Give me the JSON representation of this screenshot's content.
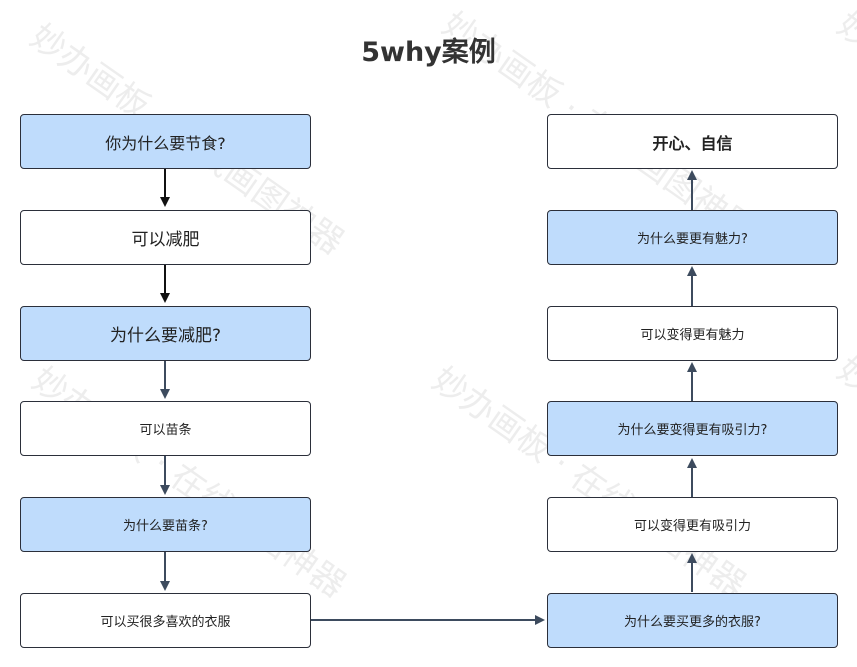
{
  "title": "5why案例",
  "left_column": [
    {
      "label": "你为什么要节食?"
    },
    {
      "label": "可以减肥"
    },
    {
      "label": "为什么要减肥?"
    },
    {
      "label": "可以苗条"
    },
    {
      "label": "为什么要苗条?"
    },
    {
      "label": "可以买很多喜欢的衣服"
    }
  ],
  "right_column": [
    {
      "label": "开心、自信"
    },
    {
      "label": "为什么要更有魅力?"
    },
    {
      "label": "可以变得更有魅力"
    },
    {
      "label": "为什么要变得更有吸引力?"
    },
    {
      "label": "可以变得更有吸引力"
    },
    {
      "label": "为什么要买更多的衣服?"
    }
  ],
  "watermark": "妙办画板 · 在线画图神器",
  "colors": {
    "highlight": "#bfdcfc",
    "border": "#2b2f3a",
    "connector": "#3d4b5e"
  }
}
